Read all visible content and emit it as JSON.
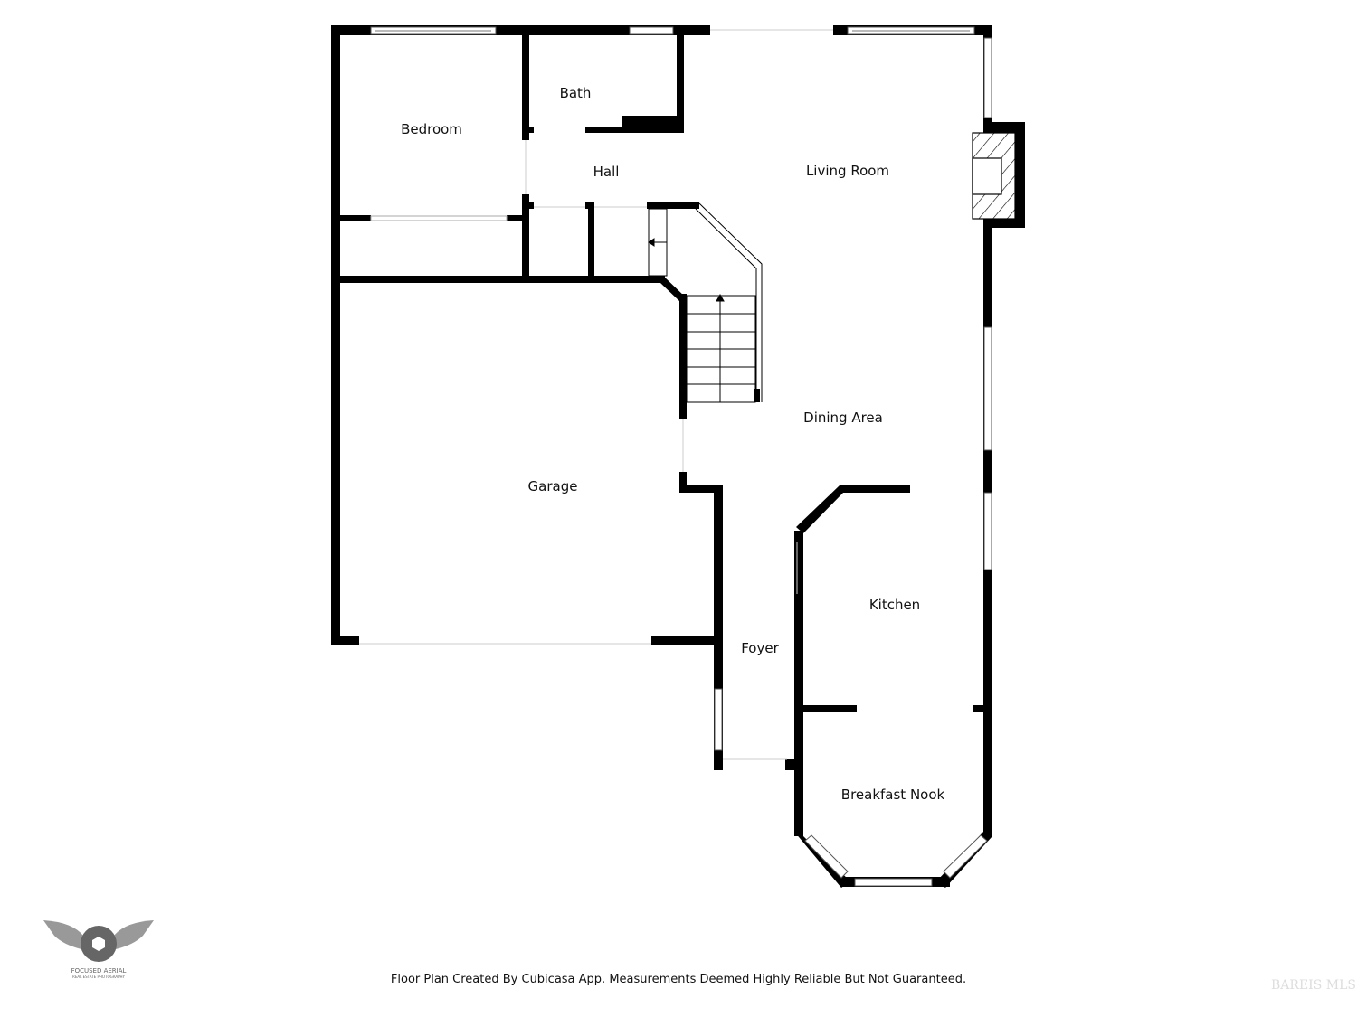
{
  "rooms": {
    "bedroom": "Bedroom",
    "bath": "Bath",
    "hall": "Hall",
    "living_room": "Living Room",
    "dining_area": "Dining Area",
    "garage": "Garage",
    "kitchen": "Kitchen",
    "foyer": "Foyer",
    "breakfast_nook": "Breakfast Nook"
  },
  "footer": "Floor Plan Created By Cubicasa App. Measurements Deemed Highly Reliable But Not Guaranteed.",
  "logos": {
    "photographer": "FOCUSED AERIAL",
    "photographer_tagline": "REAL ESTATE PHOTOGRAPHY",
    "mls": "BAREIS MLS"
  }
}
